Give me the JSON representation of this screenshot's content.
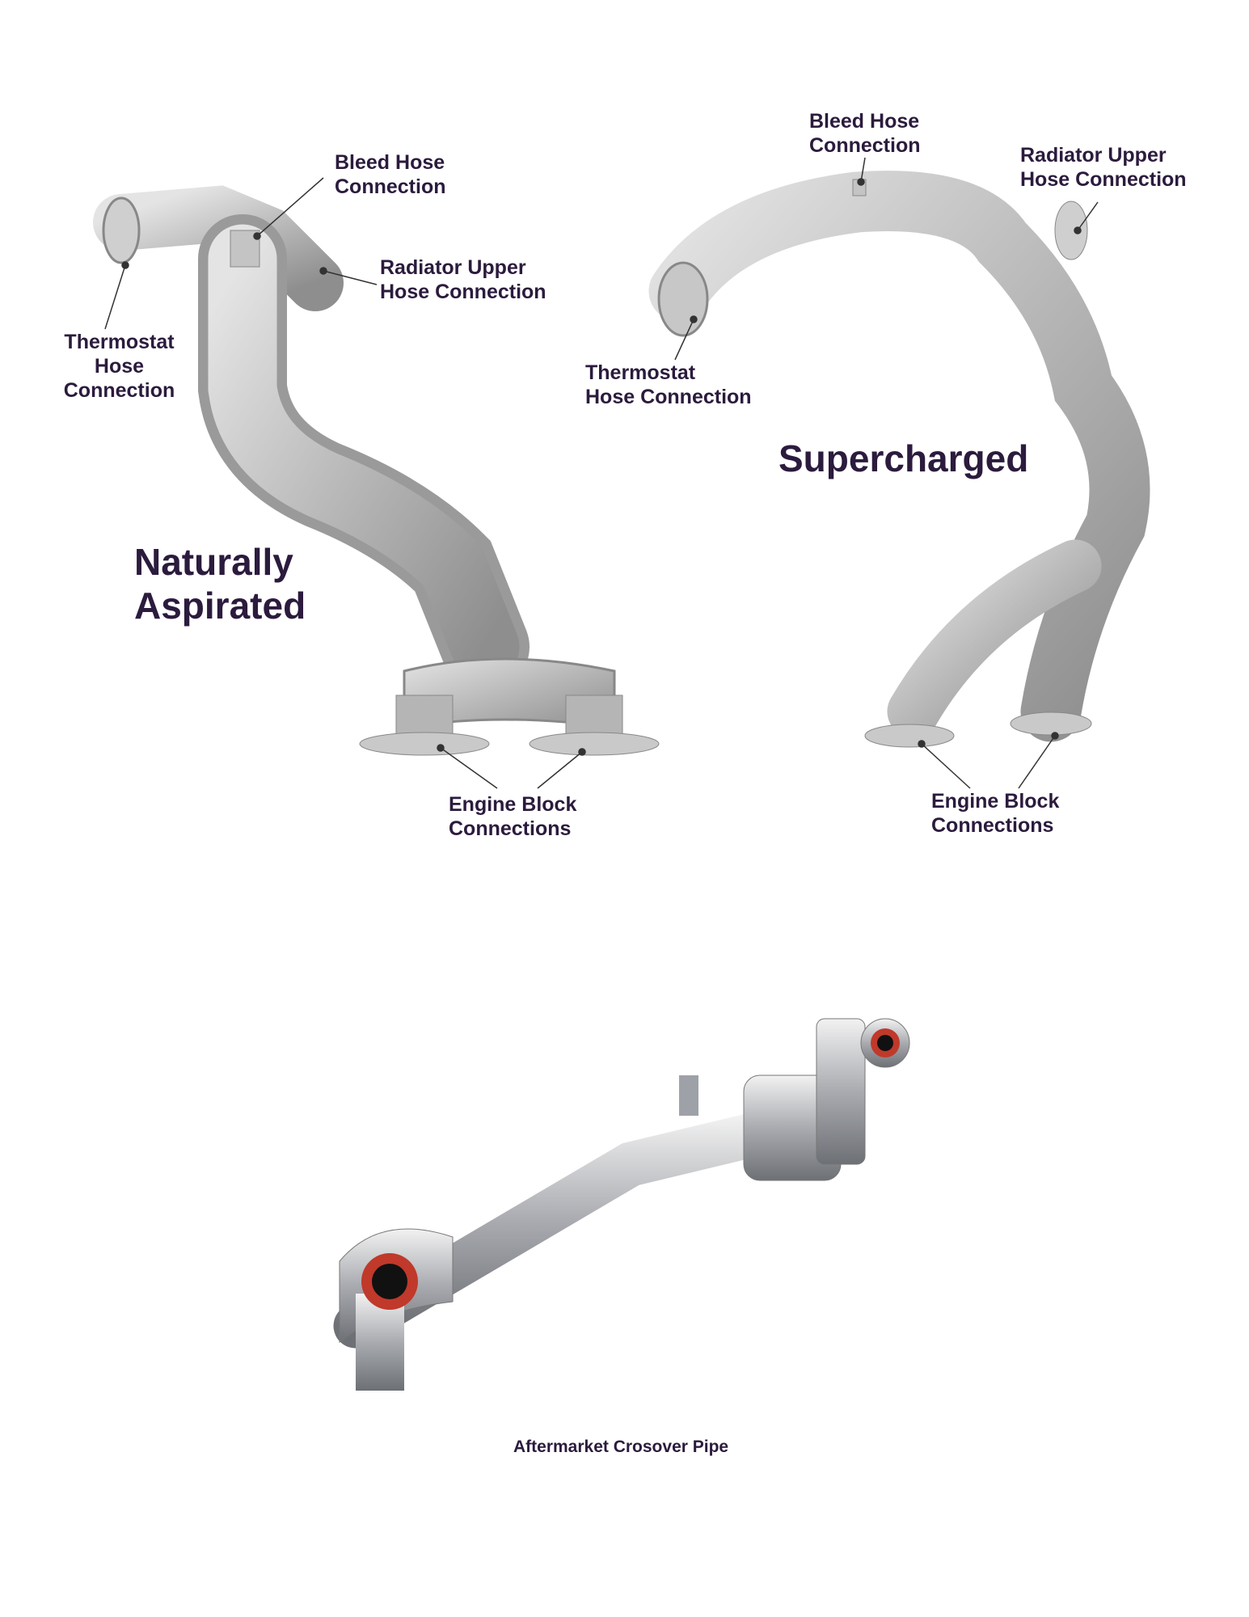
{
  "naturally_aspirated": {
    "title": "Naturally\nAspirated",
    "labels": {
      "bleed": "Bleed Hose\nConnection",
      "radiator": "Radiator Upper\nHose Connection",
      "thermostat": "Thermostat\nHose\nConnection",
      "engine_block": "Engine Block\nConnections"
    }
  },
  "supercharged": {
    "title": "Supercharged",
    "labels": {
      "bleed": "Bleed Hose\nConnection",
      "radiator": "Radiator Upper\nHose Connection",
      "thermostat": "Thermostat\nHose Connection",
      "engine_block": "Engine Block\nConnections"
    }
  },
  "aftermarket": {
    "caption": "Aftermarket Crosover Pipe"
  },
  "colors": {
    "text": "#2b1b3d",
    "metal": "#bdbdbd",
    "seal": "#c0392b"
  }
}
